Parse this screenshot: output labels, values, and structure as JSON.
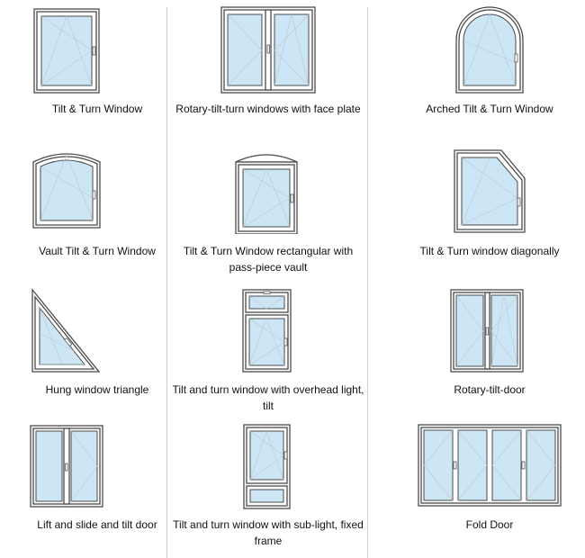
{
  "windows": [
    {
      "label": "Tilt & Turn Window",
      "icon": "tilt-turn-window-icon"
    },
    {
      "label": "Rotary-tilt-turn windows with face plate",
      "icon": "rotary-tilt-turn-window-icon"
    },
    {
      "label": "Arched Tilt & Turn Window",
      "icon": "arched-window-icon"
    },
    {
      "label": "Vault Tilt & Turn Window",
      "icon": "vault-window-icon"
    },
    {
      "label": "Tilt & Turn Window rectangular with pass-piece vault",
      "icon": "pass-piece-vault-window-icon"
    },
    {
      "label": "Tilt & Turn window diagonally",
      "icon": "diagonal-window-icon"
    },
    {
      "label": "Hung window triangle",
      "icon": "triangle-window-icon"
    },
    {
      "label": "Tilt and turn window with overhead light, tilt",
      "icon": "overhead-light-window-icon"
    },
    {
      "label": "Rotary-tilt-door",
      "icon": "rotary-tilt-door-icon"
    },
    {
      "label": "Lift and slide and tilt door",
      "icon": "lift-slide-door-icon"
    },
    {
      "label": "Tilt and turn window with sub-light, fixed frame",
      "icon": "sub-light-window-icon"
    },
    {
      "label": "Fold Door",
      "icon": "fold-door-icon"
    }
  ]
}
